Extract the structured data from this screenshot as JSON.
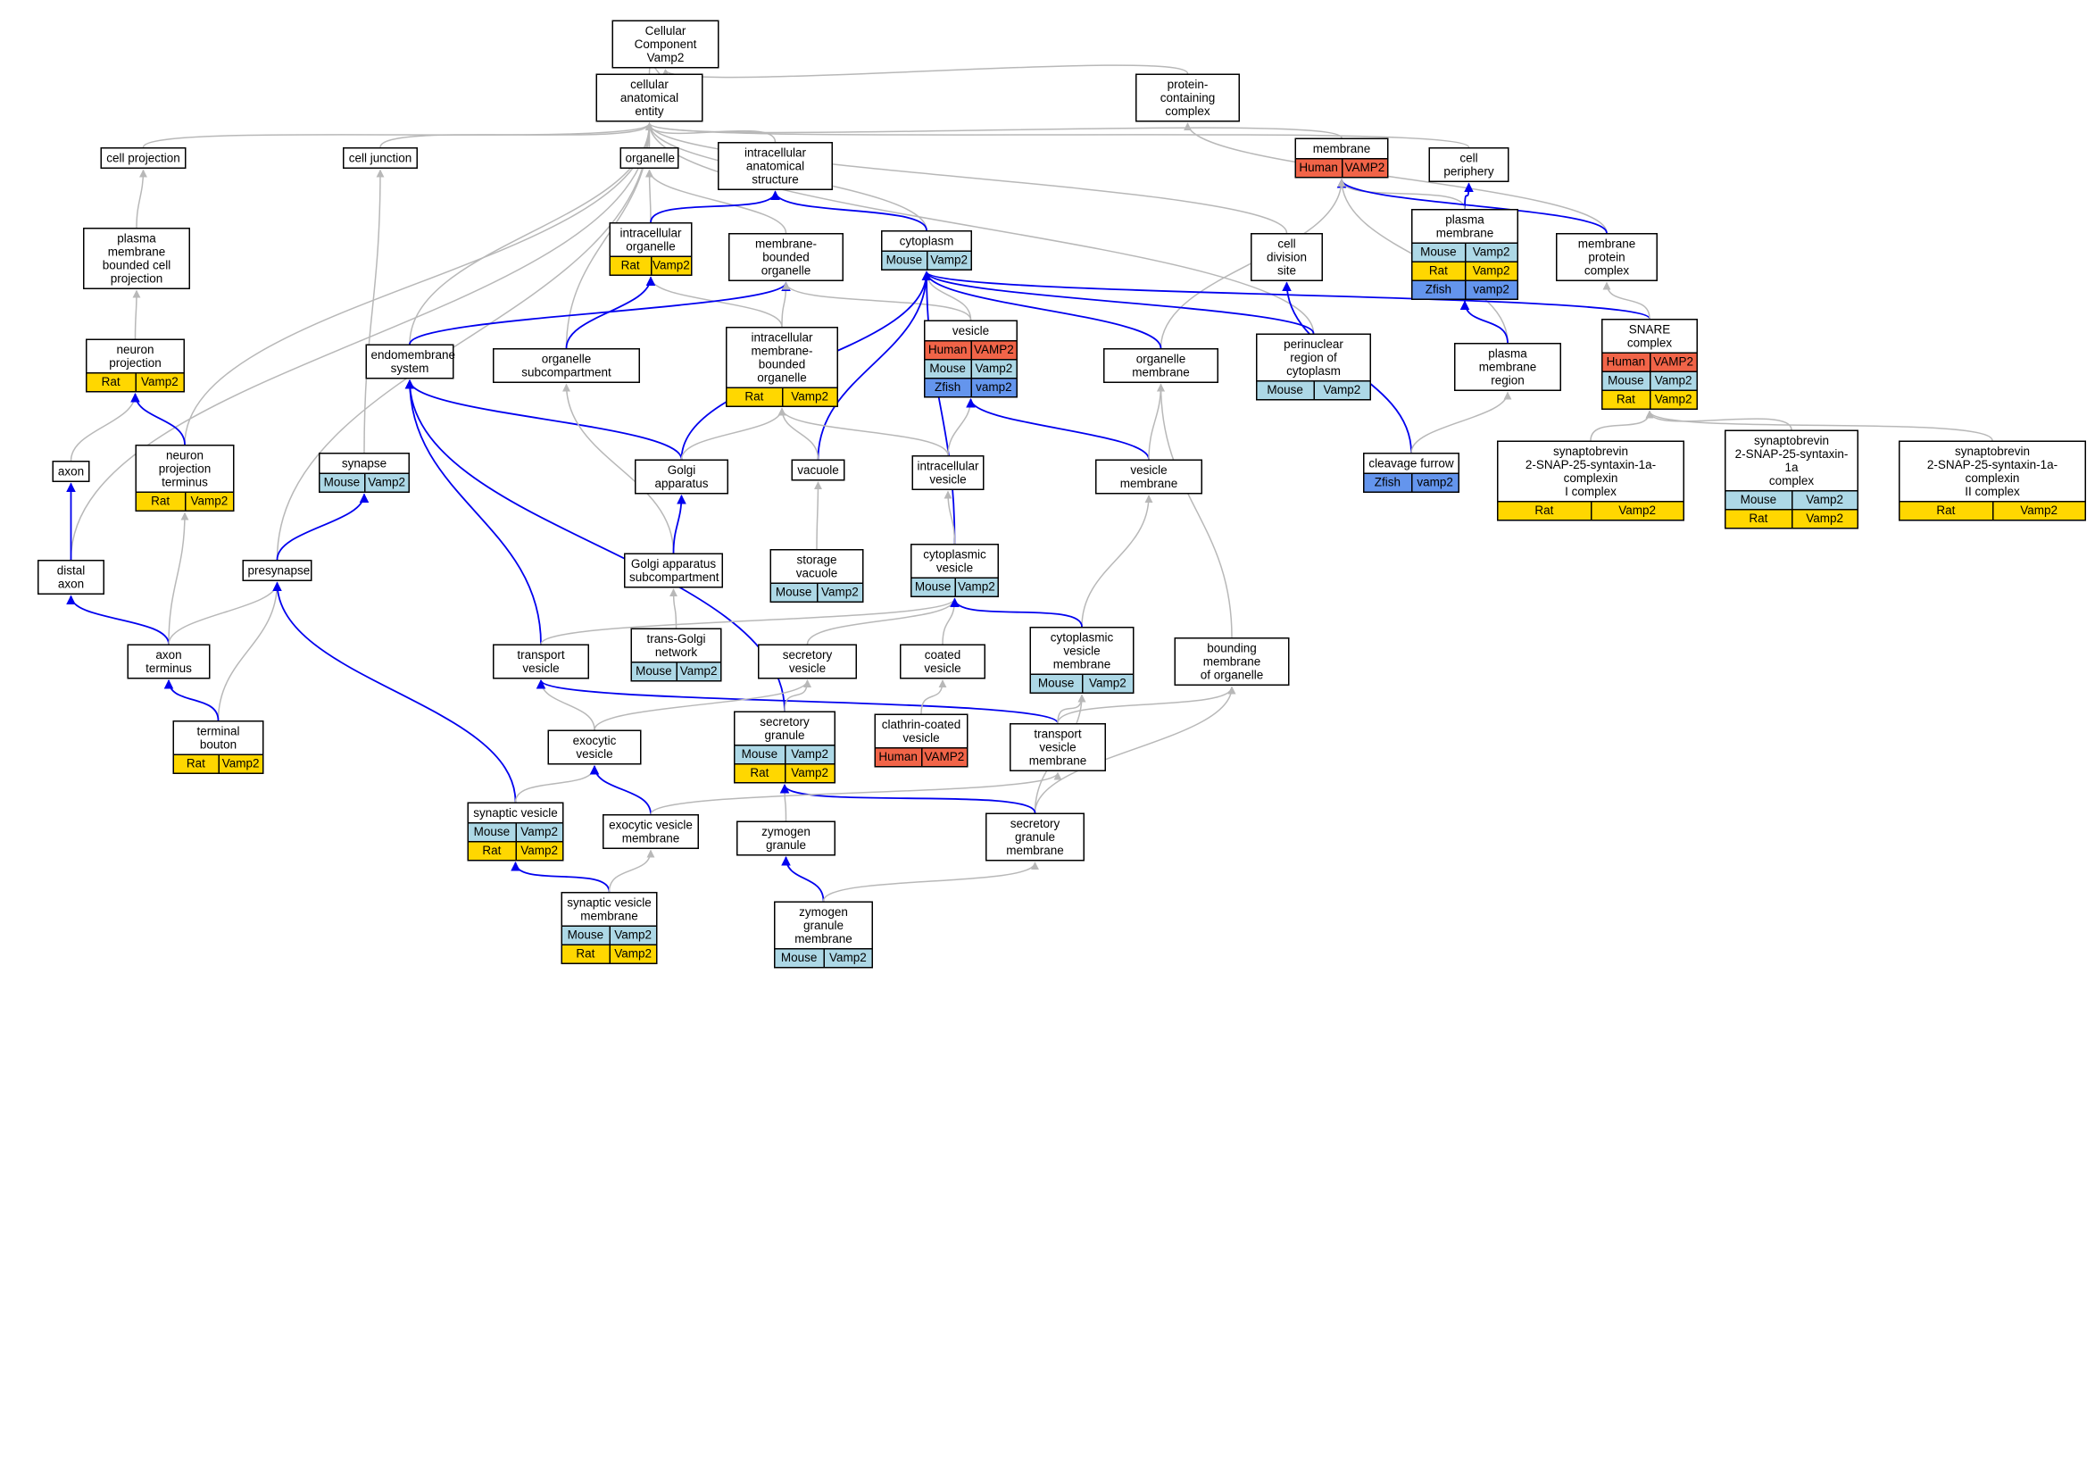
{
  "colors": {
    "Human": "#f16448",
    "Mouse": "#add8e6",
    "Rat": "#ffd700",
    "Zfish": "#6495ed",
    "edge_gray": "#b8b8b8",
    "edge_blue": "#0000ee"
  },
  "nodes": {
    "cc_root": {
      "label": "Cellular Component\nVamp2"
    },
    "cae": {
      "label": "cellular anatomical\nentity"
    },
    "pcc": {
      "label": "protein-containing\ncomplex"
    },
    "cell_proj": {
      "label": "cell projection"
    },
    "cell_junc": {
      "label": "cell junction"
    },
    "organelle": {
      "label": "organelle"
    },
    "ias": {
      "label": "intracellular\nanatomical structure"
    },
    "membrane": {
      "label": "membrane",
      "rows": [
        [
          "Human",
          "VAMP2"
        ]
      ]
    },
    "cell_periph": {
      "label": "cell periphery"
    },
    "pmbcp": {
      "label": "plasma membrane\nbounded cell\nprojection"
    },
    "io": {
      "label": "intracellular\norganelle",
      "rows": [
        [
          "Rat",
          "Vamp2"
        ]
      ]
    },
    "mbo": {
      "label": "membrane-bounded\norganelle"
    },
    "cytoplasm": {
      "label": "cytoplasm",
      "rows": [
        [
          "Mouse",
          "Vamp2"
        ]
      ]
    },
    "cds": {
      "label": "cell division\nsite"
    },
    "plasma_mem": {
      "label": "plasma membrane",
      "rows": [
        [
          "Mouse",
          "Vamp2"
        ],
        [
          "Rat",
          "Vamp2"
        ],
        [
          "Zfish",
          "vamp2"
        ]
      ]
    },
    "mpc": {
      "label": "membrane protein\ncomplex"
    },
    "neuron_proj": {
      "label": "neuron projection",
      "rows": [
        [
          "Rat",
          "Vamp2"
        ]
      ]
    },
    "endomem": {
      "label": "endomembrane\nsystem"
    },
    "org_subcomp": {
      "label": "organelle subcompartment"
    },
    "imbo": {
      "label": "intracellular\nmembrane-bounded\norganelle",
      "rows": [
        [
          "Rat",
          "Vamp2"
        ]
      ]
    },
    "vesicle": {
      "label": "vesicle",
      "rows": [
        [
          "Human",
          "VAMP2"
        ],
        [
          "Mouse",
          "Vamp2"
        ],
        [
          "Zfish",
          "vamp2"
        ]
      ]
    },
    "org_mem": {
      "label": "organelle membrane"
    },
    "perinuclear": {
      "label": "perinuclear\nregion of cytoplasm",
      "rows": [
        [
          "Mouse",
          "Vamp2"
        ]
      ]
    },
    "snare": {
      "label": "SNARE complex",
      "rows": [
        [
          "Human",
          "VAMP2"
        ],
        [
          "Mouse",
          "Vamp2"
        ],
        [
          "Rat",
          "Vamp2"
        ]
      ]
    },
    "pm_region": {
      "label": "plasma membrane\nregion"
    },
    "axon": {
      "label": "axon"
    },
    "npt": {
      "label": "neuron projection\nterminus",
      "rows": [
        [
          "Rat",
          "Vamp2"
        ]
      ]
    },
    "synapse": {
      "label": "synapse",
      "rows": [
        [
          "Mouse",
          "Vamp2"
        ]
      ]
    },
    "golgi": {
      "label": "Golgi apparatus"
    },
    "vacuole": {
      "label": "vacuole"
    },
    "iv": {
      "label": "intracellular\nvesicle"
    },
    "ves_mem": {
      "label": "vesicle membrane"
    },
    "cleavage": {
      "label": "cleavage furrow",
      "rows": [
        [
          "Zfish",
          "vamp2"
        ]
      ]
    },
    "sn1": {
      "label": "synaptobrevin\n2-SNAP-25-syntaxin-1a-complexin\nI complex",
      "rows": [
        [
          "Rat",
          "Vamp2"
        ]
      ]
    },
    "sn2": {
      "label": "synaptobrevin\n2-SNAP-25-syntaxin-1a\ncomplex",
      "rows": [
        [
          "Mouse",
          "Vamp2"
        ],
        [
          "Rat",
          "Vamp2"
        ]
      ]
    },
    "sn3": {
      "label": "synaptobrevin\n2-SNAP-25-syntaxin-1a-complexin\nII complex",
      "rows": [
        [
          "Rat",
          "Vamp2"
        ]
      ]
    },
    "distal_axon": {
      "label": "distal axon"
    },
    "presynapse": {
      "label": "presynapse"
    },
    "gas": {
      "label": "Golgi apparatus\nsubcompartment"
    },
    "storage_vac": {
      "label": "storage vacuole",
      "rows": [
        [
          "Mouse",
          "Vamp2"
        ]
      ]
    },
    "cyto_ves": {
      "label": "cytoplasmic\nvesicle",
      "rows": [
        [
          "Mouse",
          "Vamp2"
        ]
      ]
    },
    "axon_term": {
      "label": "axon terminus"
    },
    "transport_ves": {
      "label": "transport vesicle"
    },
    "tgn": {
      "label": "trans-Golgi\nnetwork",
      "rows": [
        [
          "Mouse",
          "Vamp2"
        ]
      ]
    },
    "secretory_ves": {
      "label": "secretory vesicle"
    },
    "coated_ves": {
      "label": "coated vesicle"
    },
    "cvm": {
      "label": "cytoplasmic\nvesicle membrane",
      "rows": [
        [
          "Mouse",
          "Vamp2"
        ]
      ]
    },
    "bmo": {
      "label": "bounding membrane\nof organelle"
    },
    "terminal_bouton": {
      "label": "terminal bouton",
      "rows": [
        [
          "Rat",
          "Vamp2"
        ]
      ]
    },
    "exocytic_ves": {
      "label": "exocytic vesicle"
    },
    "sec_granule": {
      "label": "secretory granule",
      "rows": [
        [
          "Mouse",
          "Vamp2"
        ],
        [
          "Rat",
          "Vamp2"
        ]
      ]
    },
    "clathrin": {
      "label": "clathrin-coated\nvesicle",
      "rows": [
        [
          "Human",
          "VAMP2"
        ]
      ]
    },
    "tvm": {
      "label": "transport vesicle\nmembrane"
    },
    "syn_ves": {
      "label": "synaptic vesicle",
      "rows": [
        [
          "Mouse",
          "Vamp2"
        ],
        [
          "Rat",
          "Vamp2"
        ]
      ]
    },
    "evm": {
      "label": "exocytic vesicle\nmembrane"
    },
    "zymogen": {
      "label": "zymogen granule"
    },
    "sgm": {
      "label": "secretory granule\nmembrane"
    },
    "svm": {
      "label": "synaptic vesicle\nmembrane",
      "rows": [
        [
          "Mouse",
          "Vamp2"
        ],
        [
          "Rat",
          "Vamp2"
        ]
      ]
    },
    "zgm": {
      "label": "zymogen granule\nmembrane",
      "rows": [
        [
          "Mouse",
          "Vamp2"
        ]
      ]
    }
  },
  "edges": [
    [
      "cae",
      "cc_root",
      "g"
    ],
    [
      "pcc",
      "cc_root",
      "g"
    ],
    [
      "cell_proj",
      "cae",
      "g"
    ],
    [
      "cell_junc",
      "cae",
      "g"
    ],
    [
      "organelle",
      "cae",
      "g"
    ],
    [
      "ias",
      "cae",
      "g"
    ],
    [
      "membrane",
      "cae",
      "g"
    ],
    [
      "cell_periph",
      "cae",
      "g"
    ],
    [
      "cytoplasm",
      "cae",
      "g"
    ],
    [
      "cds",
      "cae",
      "g"
    ],
    [
      "endomem",
      "cae",
      "g"
    ],
    [
      "org_subcomp",
      "cae",
      "g"
    ],
    [
      "perinuclear",
      "cae",
      "g"
    ],
    [
      "npt",
      "cae",
      "g"
    ],
    [
      "presynapse",
      "cae",
      "g"
    ],
    [
      "distal_axon",
      "cae",
      "g"
    ],
    [
      "mpc",
      "pcc",
      "g"
    ],
    [
      "pmbcp",
      "cell_proj",
      "g"
    ],
    [
      "neuron_proj",
      "pmbcp",
      "g"
    ],
    [
      "synapse",
      "cell_junc",
      "g"
    ],
    [
      "io",
      "organelle",
      "g"
    ],
    [
      "mbo",
      "organelle",
      "g"
    ],
    [
      "io",
      "ias",
      "b"
    ],
    [
      "cytoplasm",
      "ias",
      "b"
    ],
    [
      "plasma_mem",
      "cell_periph",
      "b"
    ],
    [
      "plasma_mem",
      "membrane",
      "g"
    ],
    [
      "mpc",
      "membrane",
      "b"
    ],
    [
      "pm_region",
      "membrane",
      "g"
    ],
    [
      "org_mem",
      "membrane",
      "g"
    ],
    [
      "imbo",
      "io",
      "g"
    ],
    [
      "org_subcomp",
      "io",
      "b"
    ],
    [
      "imbo",
      "mbo",
      "g"
    ],
    [
      "endomem",
      "mbo",
      "b"
    ],
    [
      "vesicle",
      "mbo",
      "g"
    ],
    [
      "vesicle",
      "cytoplasm",
      "g"
    ],
    [
      "golgi",
      "cytoplasm",
      "b"
    ],
    [
      "vacuole",
      "cytoplasm",
      "b"
    ],
    [
      "cyto_ves",
      "cytoplasm",
      "b"
    ],
    [
      "org_mem",
      "cytoplasm",
      "b"
    ],
    [
      "perinuclear",
      "cytoplasm",
      "b"
    ],
    [
      "snare",
      "cytoplasm",
      "b"
    ],
    [
      "cleavage",
      "cds",
      "b"
    ],
    [
      "snare",
      "mpc",
      "g"
    ],
    [
      "pm_region",
      "plasma_mem",
      "b"
    ],
    [
      "axon",
      "neuron_proj",
      "g"
    ],
    [
      "npt",
      "neuron_proj",
      "b"
    ],
    [
      "golgi",
      "endomem",
      "b"
    ],
    [
      "transport_ves",
      "endomem",
      "b"
    ],
    [
      "sec_granule",
      "endomem",
      "b"
    ],
    [
      "gas",
      "org_subcomp",
      "g"
    ],
    [
      "golgi",
      "imbo",
      "g"
    ],
    [
      "vacuole",
      "imbo",
      "g"
    ],
    [
      "iv",
      "imbo",
      "g"
    ],
    [
      "iv",
      "vesicle",
      "g"
    ],
    [
      "ves_mem",
      "vesicle",
      "b"
    ],
    [
      "ves_mem",
      "org_mem",
      "g"
    ],
    [
      "bmo",
      "org_mem",
      "g"
    ],
    [
      "cleavage",
      "pm_region",
      "g"
    ],
    [
      "sn1",
      "snare",
      "g"
    ],
    [
      "sn2",
      "snare",
      "g"
    ],
    [
      "sn3",
      "snare",
      "g"
    ],
    [
      "distal_axon",
      "axon",
      "b"
    ],
    [
      "axon_term",
      "npt",
      "g"
    ],
    [
      "presynapse",
      "synapse",
      "b"
    ],
    [
      "gas",
      "golgi",
      "b"
    ],
    [
      "storage_vac",
      "vacuole",
      "g"
    ],
    [
      "cyto_ves",
      "iv",
      "g"
    ],
    [
      "cvm",
      "ves_mem",
      "g"
    ],
    [
      "axon_term",
      "distal_axon",
      "b"
    ],
    [
      "axon_term",
      "presynapse",
      "g"
    ],
    [
      "terminal_bouton",
      "presynapse",
      "g"
    ],
    [
      "syn_ves",
      "presynapse",
      "b"
    ],
    [
      "tgn",
      "gas",
      "g"
    ],
    [
      "transport_ves",
      "cyto_ves",
      "g"
    ],
    [
      "secretory_ves",
      "cyto_ves",
      "g"
    ],
    [
      "coated_ves",
      "cyto_ves",
      "g"
    ],
    [
      "cvm",
      "cyto_ves",
      "b"
    ],
    [
      "terminal_bouton",
      "axon_term",
      "b"
    ],
    [
      "exocytic_ves",
      "transport_ves",
      "g"
    ],
    [
      "tvm",
      "transport_ves",
      "b"
    ],
    [
      "exocytic_ves",
      "secretory_ves",
      "g"
    ],
    [
      "sec_granule",
      "secretory_ves",
      "g"
    ],
    [
      "clathrin",
      "coated_ves",
      "g"
    ],
    [
      "tvm",
      "cvm",
      "g"
    ],
    [
      "sgm",
      "cvm",
      "g"
    ],
    [
      "tvm",
      "bmo",
      "g"
    ],
    [
      "sgm",
      "bmo",
      "g"
    ],
    [
      "syn_ves",
      "exocytic_ves",
      "g"
    ],
    [
      "evm",
      "exocytic_ves",
      "b"
    ],
    [
      "zymogen",
      "sec_granule",
      "g"
    ],
    [
      "sgm",
      "sec_granule",
      "b"
    ],
    [
      "evm",
      "tvm",
      "g"
    ],
    [
      "svm",
      "syn_ves",
      "b"
    ],
    [
      "svm",
      "evm",
      "g"
    ],
    [
      "zgm",
      "zymogen",
      "b"
    ],
    [
      "zgm",
      "sgm",
      "g"
    ]
  ]
}
